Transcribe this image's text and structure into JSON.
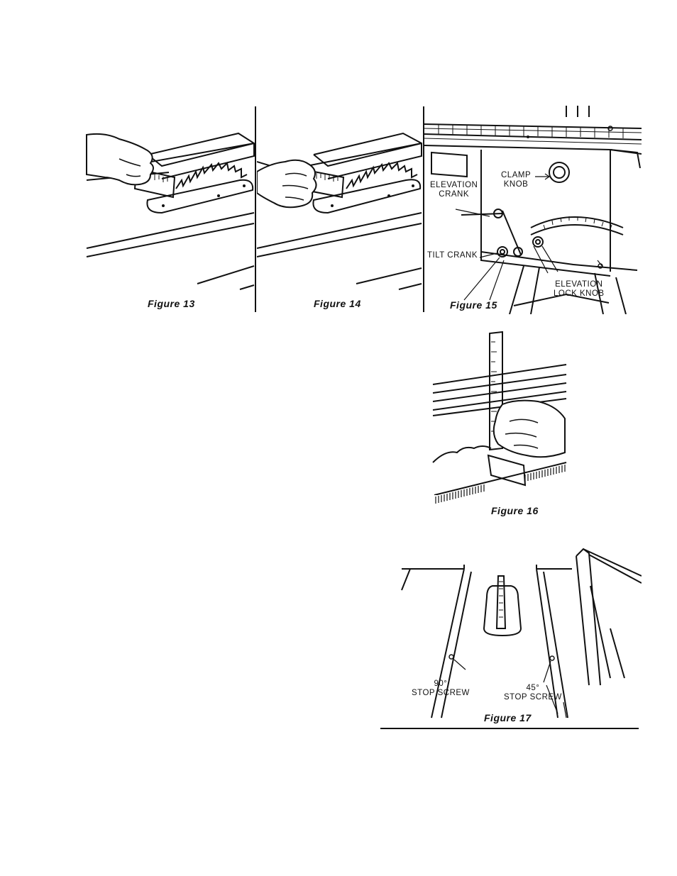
{
  "figures": [
    {
      "id": "13",
      "caption": "Figure 13"
    },
    {
      "id": "14",
      "caption": "Figure 14"
    },
    {
      "id": "15",
      "caption": "Figure 15",
      "labels": {
        "clamp_knob_1": "CLAMP",
        "clamp_knob_2": "KNOB",
        "elevation_crank_1": "ELEVATION",
        "elevation_crank_2": "CRANK",
        "tilt_crank": "TILT CRANK",
        "elevation_lock_knob_1": "ELEVATION",
        "elevation_lock_knob_2": "LOCK KNOB"
      }
    },
    {
      "id": "16",
      "caption": "Figure 16"
    },
    {
      "id": "17",
      "caption": "Figure 17",
      "labels": {
        "stop_90_deg": "90°",
        "stop_90_text": "STOP SCREW",
        "stop_45_deg": "45°",
        "stop_45_text": "STOP SCREW"
      }
    }
  ]
}
